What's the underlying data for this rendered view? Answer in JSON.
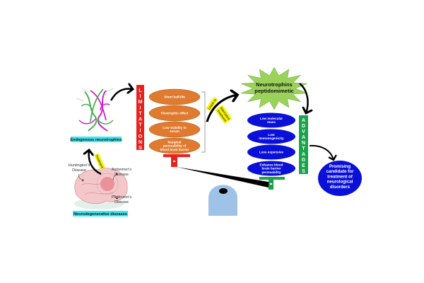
{
  "endogenous": {
    "label": "Endogenous neurotrophins"
  },
  "diseases": {
    "label": "Neurodegenerative diseases",
    "huntington": [
      "Huntington's",
      "Disease"
    ],
    "alzheimer": [
      "Alzheimer's",
      "Disease"
    ],
    "parkinson": [
      "Parkinson's",
      "Disease"
    ]
  },
  "treatment_label": "Treatment",
  "limitations": {
    "title_letters": [
      "L",
      "I",
      "M",
      "I",
      "T",
      "A",
      "T",
      "I",
      "O",
      "N",
      "S"
    ],
    "items": [
      [
        "Short half-life"
      ],
      [
        "Pleotrophic effect"
      ],
      [
        "Low stability in",
        "serum"
      ],
      [
        "Marginal",
        "permeability of",
        "blood brain barrier"
      ]
    ],
    "color": "#e8211d",
    "item_color": "#e07a2e"
  },
  "leads_to": "Leads to",
  "alternative": [
    "Alternative",
    "treatment"
  ],
  "peptidomimetic": [
    "Neurotrophins",
    "peptidomimetic"
  ],
  "advantages": {
    "title_letters": [
      "A",
      "D",
      "V",
      "A",
      "N",
      "T",
      "A",
      "G",
      "E",
      "S"
    ],
    "items": [
      [
        "Low molecular",
        "mass"
      ],
      [
        "Low",
        "immunogenicity"
      ],
      [
        "Less expensive"
      ],
      [
        "Enhance blood",
        "brain barrier",
        "permeability"
      ]
    ],
    "color": "#1aa34a",
    "item_color": "#0a10d8"
  },
  "outcome": [
    "Promising",
    "candidate for",
    "treatment of",
    "neurological",
    "disorders"
  ],
  "colors": {
    "highlight_cyan": "#3ee8f0",
    "highlight_yellow": "#f5f20a",
    "star": "#9bd35a",
    "pivot": "#9ec3e6"
  }
}
